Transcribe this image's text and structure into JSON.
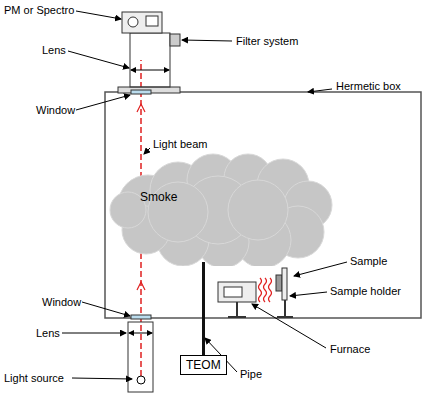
{
  "diagram": {
    "nodes": [
      {
        "text": [
          "Smoke"
        ]
      },
      {
        "text": [
          "TEOM"
        ]
      }
    ],
    "edges": [
      {
        "from": 1,
        "to": 0,
        "arrow": "none"
      }
    ],
    "labels": [
      "PM or Spectro",
      "Filter system",
      "Lens",
      "Window",
      "Hermetic box",
      "Light beam",
      "Sample",
      "Sample holder",
      "Window",
      "Lens",
      "Furnace",
      "Light source",
      "Pipe"
    ]
  }
}
